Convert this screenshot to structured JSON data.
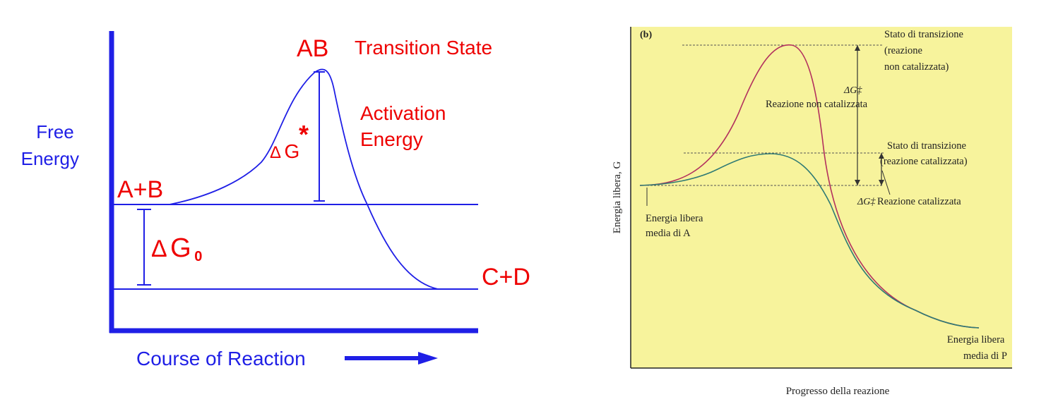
{
  "left_diagram": {
    "y_axis_label": [
      "Free",
      "Energy"
    ],
    "x_axis_label": "Course of Reaction",
    "reactants_label": "A+B",
    "products_label": "C+D",
    "transition_label": "AB",
    "transition_text": "Transition State",
    "activation_text": [
      "Activation",
      "Energy"
    ],
    "delta_symbol": "Δ",
    "dg_g": "G",
    "dg_star": "*",
    "dg0_g": "G",
    "dg0_sub": "0",
    "colors": {
      "blue": "#1f1fe6",
      "red": "#ee0000"
    }
  },
  "right_diagram": {
    "panel_label": "(b)",
    "y_axis_label": "Energia libera, G",
    "x_axis_label": "Progresso della reazione",
    "uncat_ts": [
      "Stato di transizione",
      "(reazione",
      "non catalizzata)"
    ],
    "dg_uncat_symbol": "ΔG‡",
    "uncat_reaction": "Reazione non catalizzata",
    "cat_ts": [
      "Stato di transizione",
      "(reazione catalizzata)"
    ],
    "dg_cat_symbol": "ΔG‡",
    "cat_reaction": "Reazione catalizzata",
    "start_label": [
      "Energia libera",
      "media di A"
    ],
    "end_label": [
      "Energia libera",
      "media di P"
    ],
    "colors": {
      "background": "#f7f39c",
      "uncatalyzed": "#b3315e",
      "catalyzed": "#2f7a74"
    }
  }
}
